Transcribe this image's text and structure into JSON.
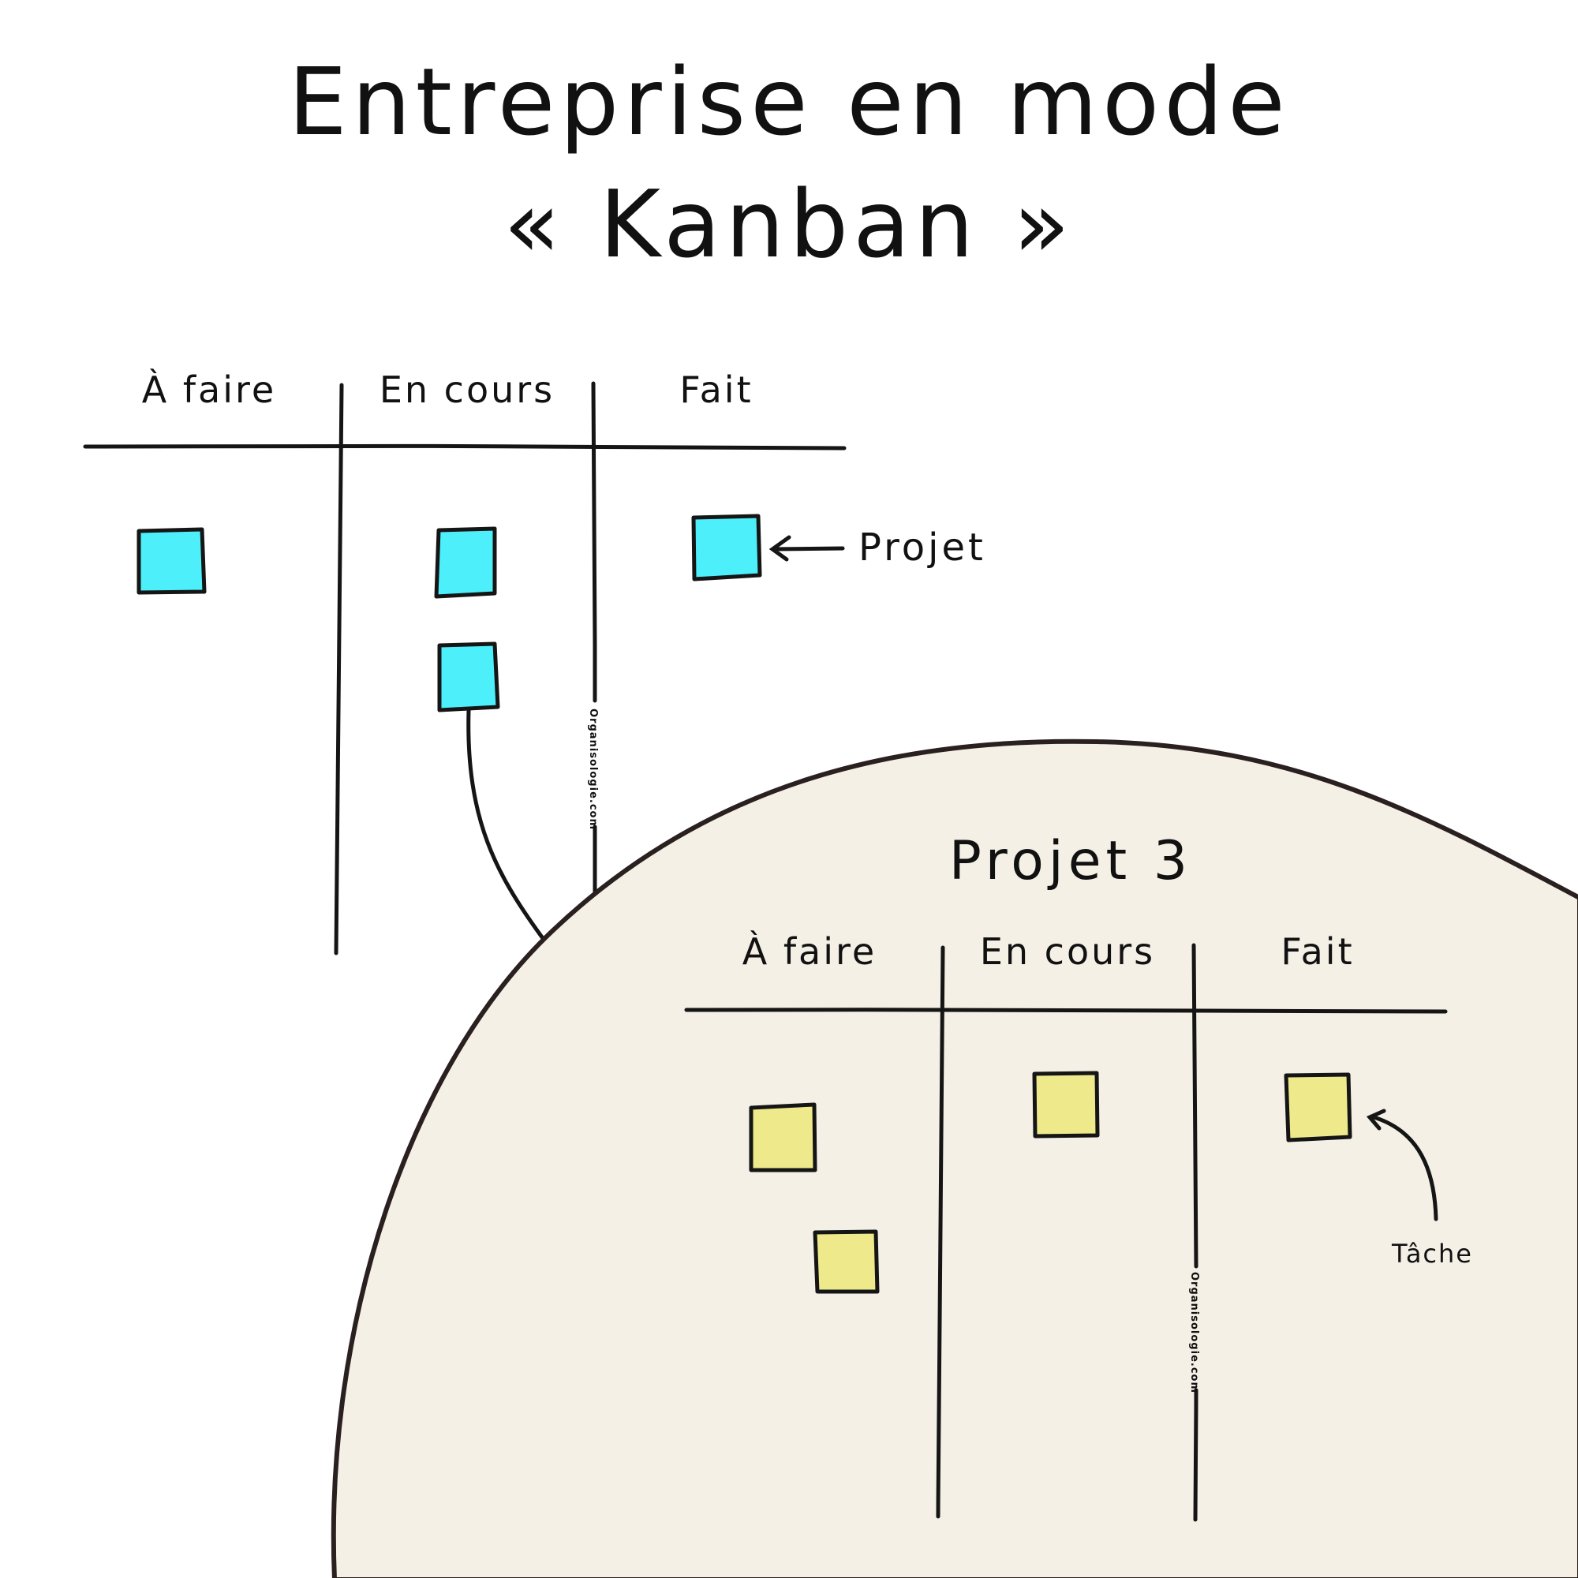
{
  "title": {
    "line1": "Entreprise en mode",
    "line2": "« Kanban »"
  },
  "main_board": {
    "columns": [
      "À faire",
      "En cours",
      "Fait"
    ],
    "cards": [
      {
        "column": "À faire",
        "count": 1
      },
      {
        "column": "En cours",
        "count": 2
      },
      {
        "column": "Fait",
        "count": 1
      }
    ],
    "card_color": "#4deffa",
    "annotation": "Projet",
    "watermark": "Organisologie.com"
  },
  "zoom_board": {
    "title": "Projet 3",
    "columns": [
      "À faire",
      "En cours",
      "Fait"
    ],
    "cards": [
      {
        "column": "À faire",
        "count": 2
      },
      {
        "column": "En cours",
        "count": 1
      },
      {
        "column": "Fait",
        "count": 1
      }
    ],
    "card_color": "#eeea8c",
    "background_color": "#f4f0e6",
    "annotation": "Tâche",
    "watermark": "Organisologie.com"
  }
}
